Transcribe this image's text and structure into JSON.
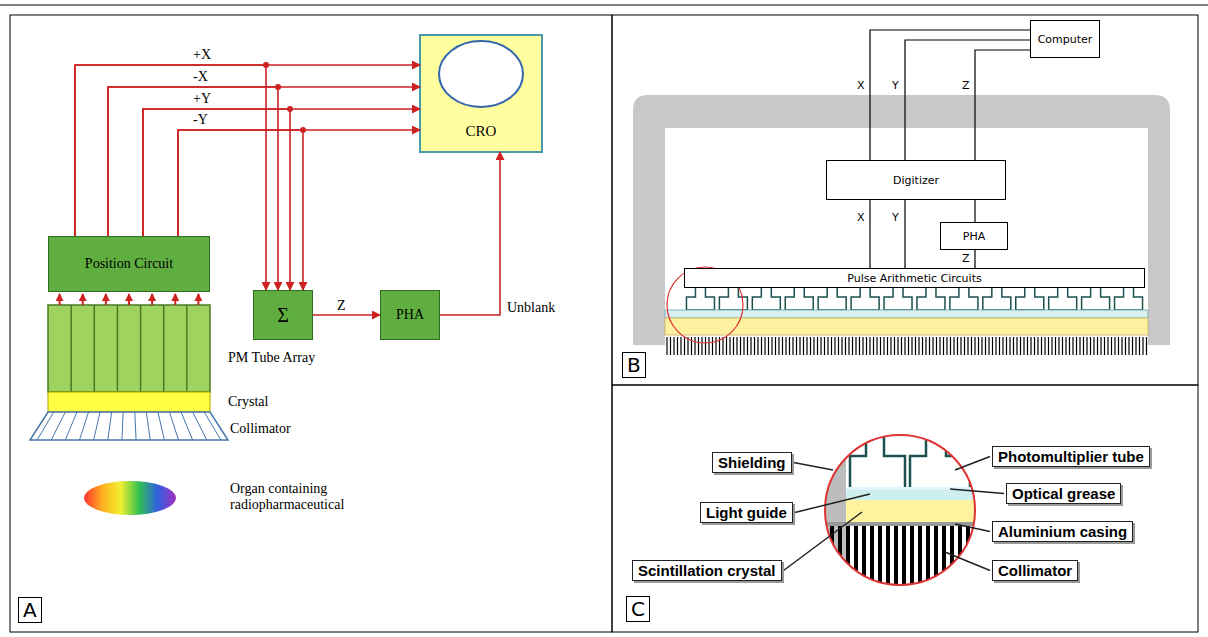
{
  "diagram": {
    "nodes": [
      {
        "text": [
          "Position Circuit"
        ]
      },
      {
        "text": [
          "Σ"
        ]
      },
      {
        "text": [
          "PHA"
        ]
      },
      {
        "text": [
          "CRO"
        ]
      },
      {
        "text": [
          "Computer"
        ]
      },
      {
        "text": [
          "Digitizer"
        ]
      },
      {
        "text": [
          "PHA"
        ]
      },
      {
        "text": [
          "Pulse Arithmetic Circuits"
        ]
      }
    ],
    "edges": [
      {
        "from": 0,
        "to": 3,
        "arrow": "to",
        "label": "+X"
      },
      {
        "from": 0,
        "to": 3,
        "arrow": "to",
        "label": "-X"
      },
      {
        "from": 0,
        "to": 3,
        "arrow": "to",
        "label": "+Y"
      },
      {
        "from": 0,
        "to": 3,
        "arrow": "to",
        "label": "-Y"
      },
      {
        "from": 0,
        "to": 1,
        "arrow": "to"
      },
      {
        "from": 0,
        "to": 1,
        "arrow": "to"
      },
      {
        "from": 0,
        "to": 1,
        "arrow": "to"
      },
      {
        "from": 0,
        "to": 1,
        "arrow": "to"
      },
      {
        "from": 1,
        "to": 2,
        "arrow": "to",
        "label": "Z"
      },
      {
        "from": 2,
        "to": 3,
        "arrow": "to",
        "label": "Unblank"
      },
      {
        "from": 7,
        "to": 5,
        "arrow": "none",
        "label": "X"
      },
      {
        "from": 7,
        "to": 5,
        "arrow": "none",
        "label": "Y"
      },
      {
        "from": 7,
        "to": 6,
        "arrow": "none",
        "label": "Z"
      },
      {
        "from": 6,
        "to": 5,
        "arrow": "none"
      },
      {
        "from": 5,
        "to": 4,
        "arrow": "none",
        "label": "X"
      },
      {
        "from": 5,
        "to": 4,
        "arrow": "none",
        "label": "Y"
      },
      {
        "from": 5,
        "to": 4,
        "arrow": "none",
        "label": "Z"
      }
    ],
    "labels": [
      "PM Tube Array",
      "Crystal",
      "Collimator",
      "Organ containing radiopharmaceutical",
      "A",
      "B",
      "Shielding",
      "Photomultiplier tube",
      "Light guide",
      "Optical grease",
      "Aluminium casing",
      "Scintillation crystal",
      "Collimator",
      "C"
    ]
  }
}
